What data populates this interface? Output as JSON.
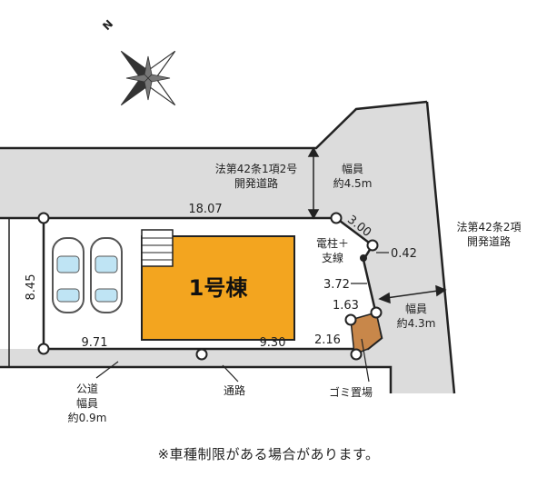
{
  "compass": {
    "label": "N"
  },
  "roads": {
    "north": {
      "legal": [
        "法第42条1項2号",
        "開発道路"
      ],
      "width": [
        "幅員",
        "約4.5m"
      ]
    },
    "east": {
      "legal": [
        "法第42条2項",
        "開発道路"
      ],
      "width": [
        "幅員",
        "約4.3m"
      ]
    },
    "south": {
      "name": "通路"
    },
    "west": {
      "legal": "公道",
      "width": [
        "幅員",
        "約0.9m"
      ]
    }
  },
  "dimensions": {
    "top": "18.07",
    "northeast": "3.00",
    "east_a": "0.42",
    "east_b": "3.72",
    "east_c": "1.63",
    "east_d": "2.16",
    "left": "8.45",
    "bottom_left": "9.71",
    "bottom_right": "9.30"
  },
  "building": {
    "label": "1号棟"
  },
  "pole": {
    "label": [
      "電柱＋",
      "支線"
    ]
  },
  "garbage": {
    "label": "ゴミ置場"
  },
  "note": "※車種制限がある場合があります。",
  "colors": {
    "building": "#F3A51F",
    "road": "#DCDCDC",
    "garbage": "#C8874A",
    "line": "#222222"
  }
}
